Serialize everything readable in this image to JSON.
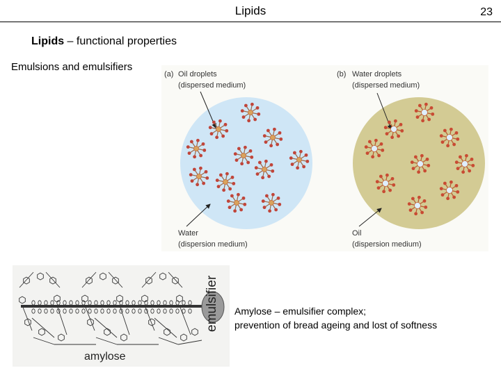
{
  "header": {
    "title": "Lipids",
    "page_number": "23"
  },
  "heading": {
    "bold": "Lipids",
    "rest": " – functional properties"
  },
  "subheading": "Emulsions and emulsifiers",
  "emulsion_figure": {
    "panel_a": {
      "letter": "(a)",
      "label_top_1": "Oil droplets",
      "label_top_2": "(dispersed medium)",
      "label_bottom_1": "Water",
      "label_bottom_2": "(dispersion medium)",
      "circle_color": "#cfe6f6"
    },
    "panel_b": {
      "letter": "(b)",
      "label_top_1": "Water droplets",
      "label_top_2": "(dispersed medium)",
      "label_bottom_1": "Oil",
      "label_bottom_2": "(dispersion medium)",
      "circle_color": "#d3cb94"
    }
  },
  "amylose_figure": {
    "emulsifier_label": "emulsifier",
    "amylose_label": "amylose"
  },
  "caption": {
    "line1": "Amylose – emulsifier complex;",
    "line2": "prevention of bread ageing and lost of softness"
  }
}
